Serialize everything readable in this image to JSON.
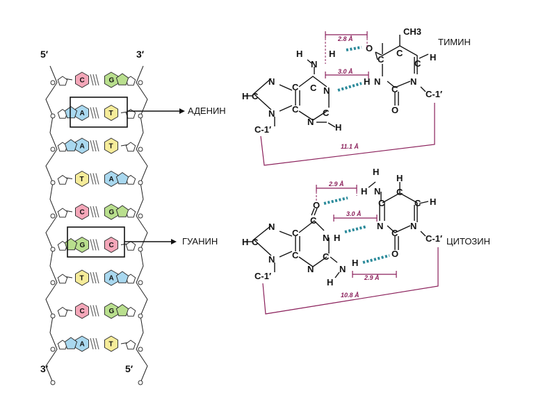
{
  "labels": {
    "five_prime_top": "5′",
    "three_prime_top": "3′",
    "three_prime_bottom": "3′",
    "five_prime_bottom": "5′",
    "adenine": "АДЕНИН",
    "guanine": "ГУАНИН",
    "thymine": "ТИМИН",
    "cytosine": "ЦИТОЗИН"
  },
  "base_pairs": [
    {
      "left": "C",
      "right": "G"
    },
    {
      "left": "A",
      "right": "T"
    },
    {
      "left": "A",
      "right": "T"
    },
    {
      "left": "T",
      "right": "A"
    },
    {
      "left": "C",
      "right": "G"
    },
    {
      "left": "G",
      "right": "C"
    },
    {
      "left": "T",
      "right": "A"
    },
    {
      "left": "C",
      "right": "G"
    },
    {
      "left": "A",
      "right": "T"
    }
  ],
  "at_pair": {
    "dist_top": "2.8 Å",
    "dist_mid": "3.0 Å",
    "dist_span": "11.1 Å",
    "c1_left": "C-1′",
    "c1_right": "C-1′",
    "methyl": "CH3"
  },
  "gc_pair": {
    "dist_top": "2.9 Å",
    "dist_mid": "3.0 Å",
    "dist_bottom": "2.9 Å",
    "dist_span": "10.8 Å",
    "c1_left": "C-1′",
    "c1_right": "C-1′"
  },
  "colors": {
    "A": "#a9d8ef",
    "T": "#f6ec9a",
    "G": "#b9df8e",
    "C": "#f4a7b9",
    "hbond": "#2b8a9a",
    "dimension": "#8a1f5a"
  }
}
